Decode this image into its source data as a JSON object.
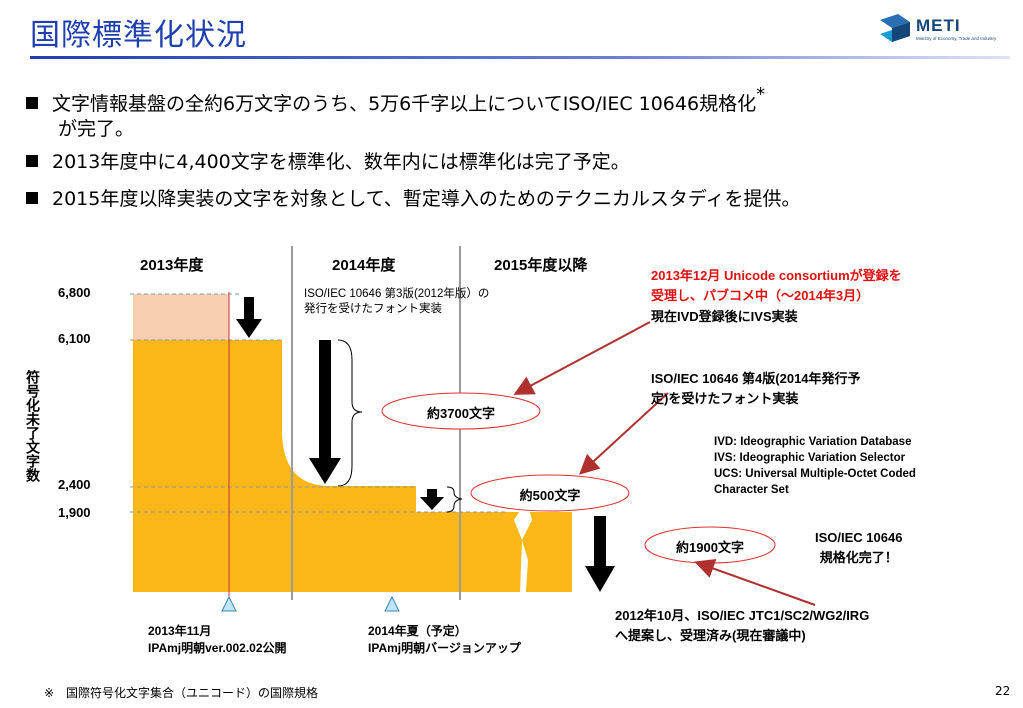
{
  "title": "国際標準化状況",
  "logo": {
    "name": "METI",
    "subtitle": "Ministry of Economy, Trade and Industry"
  },
  "bullets": [
    {
      "line1": "文字情報基盤の全約6万文字のうち、5万6千字以上についてISO/IEC 10646規格化",
      "mark": "*",
      "line2": "が完了。"
    },
    {
      "line1": "2013年度中に4,400文字を標準化、数年内には標準化は完了予定。"
    },
    {
      "line1": "2015年度以降実装の文字を対象として、暫定導入のためのテクニカルスタディを提供。"
    }
  ],
  "chart_data": {
    "type": "area",
    "ylabel": "符号化未了文字数",
    "yticks": [
      6800,
      6100,
      2400,
      1900
    ],
    "periods": [
      "2013年度",
      "2014年度",
      "2015年度以降"
    ],
    "series": [
      {
        "values": [
          6800,
          6100,
          2400,
          1900
        ]
      }
    ],
    "annotations": {
      "v3_font": "ISO/IEC 10646 第3版(2012年版）の\n発行を受けたフォント実装",
      "unicode_red": "2013年12月 Unicode consortiumが登録を\n受理し、パブコメ中（～2014年3月）",
      "ivd_now": "現在IVD登録後にIVS実装",
      "v4_font": "ISO/IEC 10646 第4版(2014年発行予\n定)を受けたフォント実装",
      "glossary": "IVD: Ideographic Variation Database\nIVS: Ideographic Variation Selector\nUCS: Universal Multiple-Octet Coded\nCharacter Set",
      "complete": "ISO/IEC 10646\n規格化完了！",
      "jtc1": "2012年10月、ISO/IEC JTC1/SC2/WG2/IRG\nへ提案し、受理済み(現在審議中)",
      "ipamj_2013": "2013年11月\nIPAmj明朝ver.002.02公開",
      "ipamj_2014": "2014年夏（予定）\nIPAmj明朝バージョンアップ",
      "ell_3700": "約3700文字",
      "ell_500": "約500文字",
      "ell_1900": "約1900文字"
    }
  },
  "footnote": "※　国際符号化文字集合（ユニコード）の国際規格",
  "page_number": "22"
}
